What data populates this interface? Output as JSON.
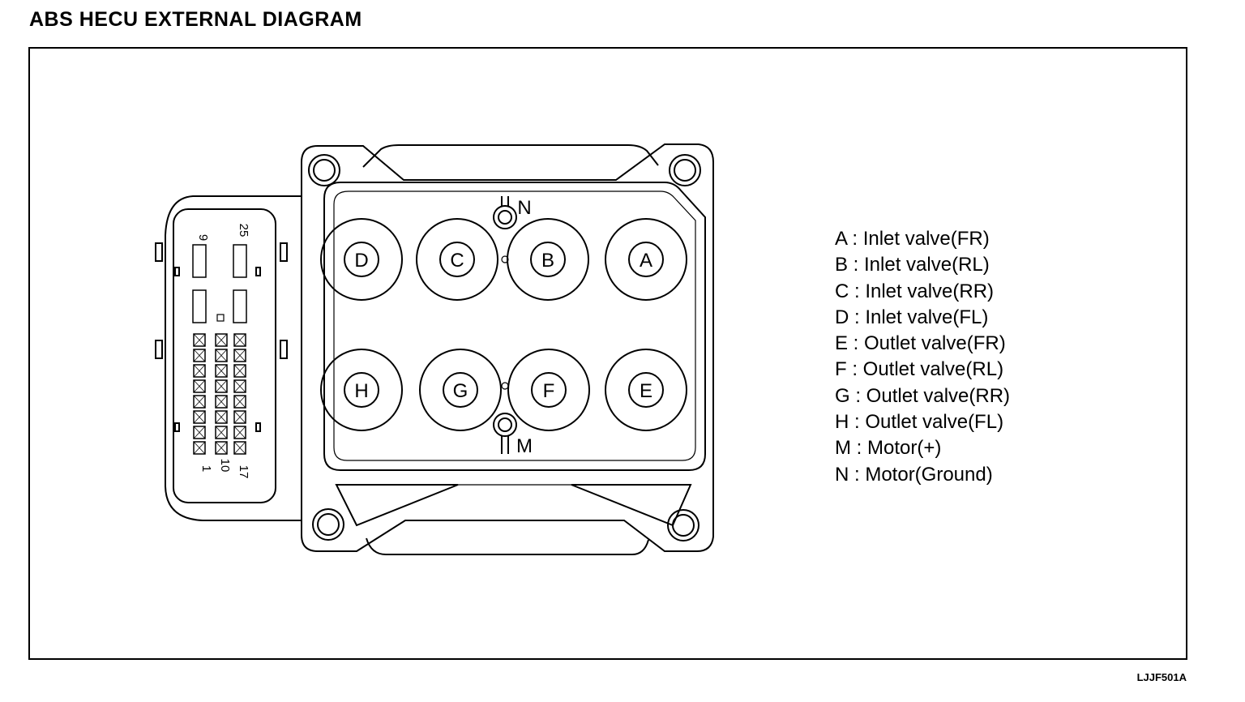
{
  "title": "ABS HECU EXTERNAL DIAGRAM",
  "figure_code": "LJJF501A",
  "valves": {
    "d": "D",
    "c": "C",
    "b": "B",
    "a": "A",
    "h": "H",
    "g": "G",
    "f": "F",
    "e": "E"
  },
  "motor_terminals": {
    "n": "N",
    "m": "M"
  },
  "connector_pins": {
    "p9": "9",
    "p25": "25",
    "p1": "1",
    "p10": "10",
    "p17": "17"
  },
  "legend": [
    "A : Inlet valve(FR)",
    "B : Inlet valve(RL)",
    "C : Inlet valve(RR)",
    "D : Inlet valve(FL)",
    "E : Outlet valve(FR)",
    "F : Outlet valve(RL)",
    "G : Outlet valve(RR)",
    "H : Outlet valve(FL)",
    "M : Motor(+)",
    "N : Motor(Ground)"
  ]
}
